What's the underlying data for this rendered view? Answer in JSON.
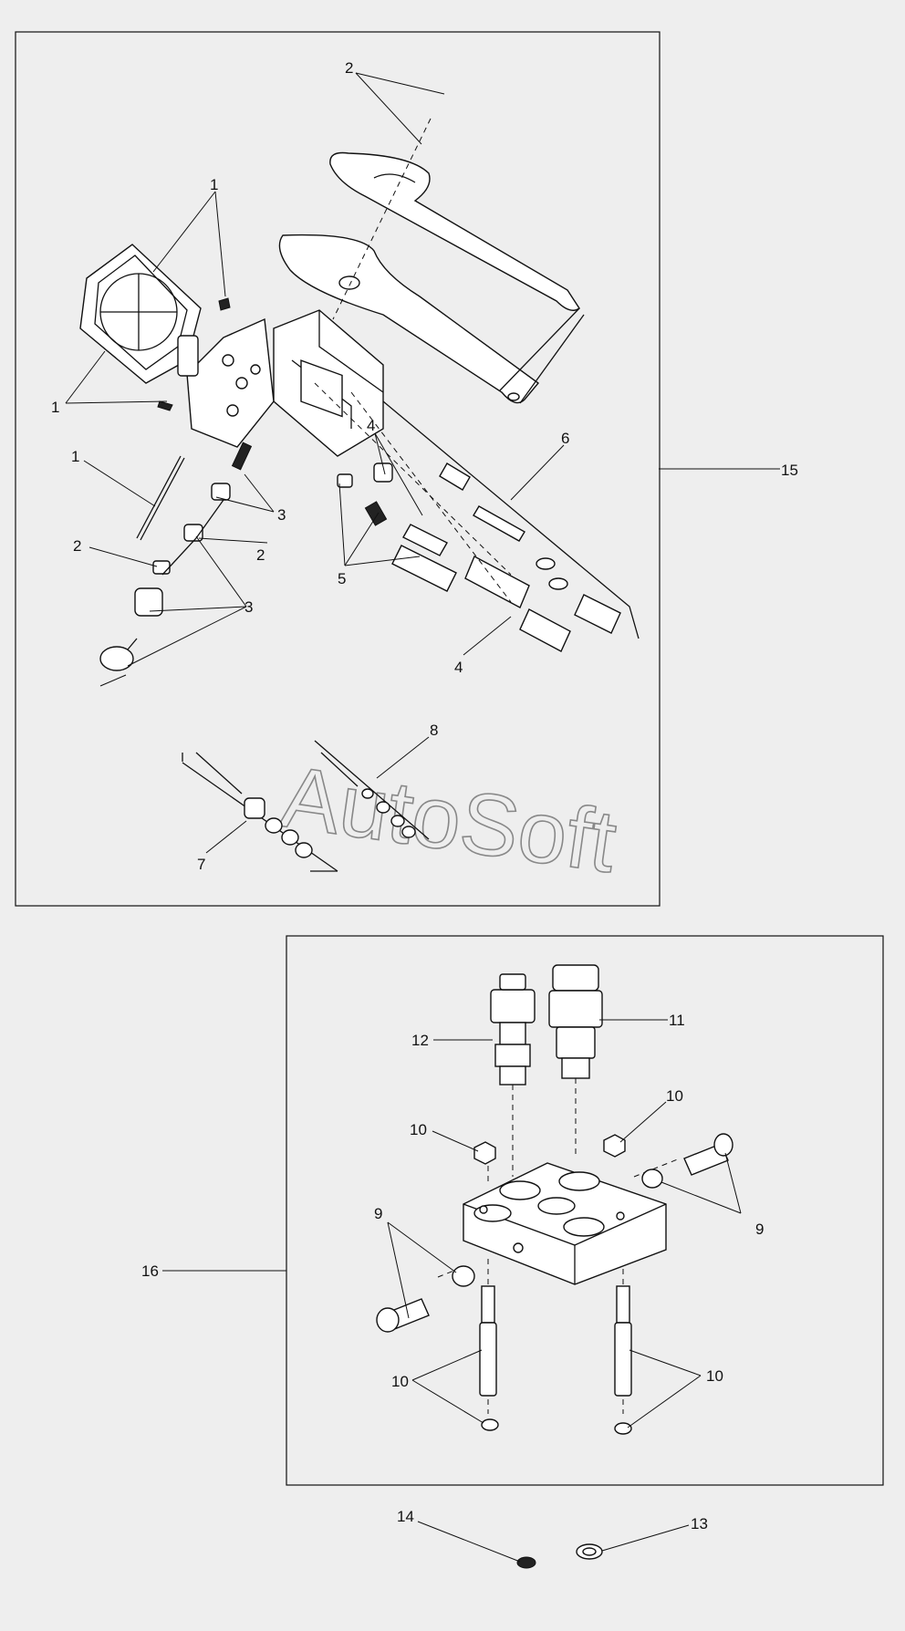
{
  "watermark": "AutoSoft",
  "callouts": {
    "c1a": "1",
    "c1b": "1",
    "c1c": "1",
    "c2a": "2",
    "c2b": "2",
    "c2c": "2",
    "c3a": "3",
    "c3b": "3",
    "c4a": "4",
    "c4b": "4",
    "c5": "5",
    "c6": "6",
    "c7": "7",
    "c8": "8",
    "c9a": "9",
    "c9b": "9",
    "c10a": "10",
    "c10b": "10",
    "c10c": "10",
    "c10d": "10",
    "c11": "11",
    "c12": "12",
    "c13": "13",
    "c14": "14",
    "c15": "15",
    "c16": "16"
  }
}
